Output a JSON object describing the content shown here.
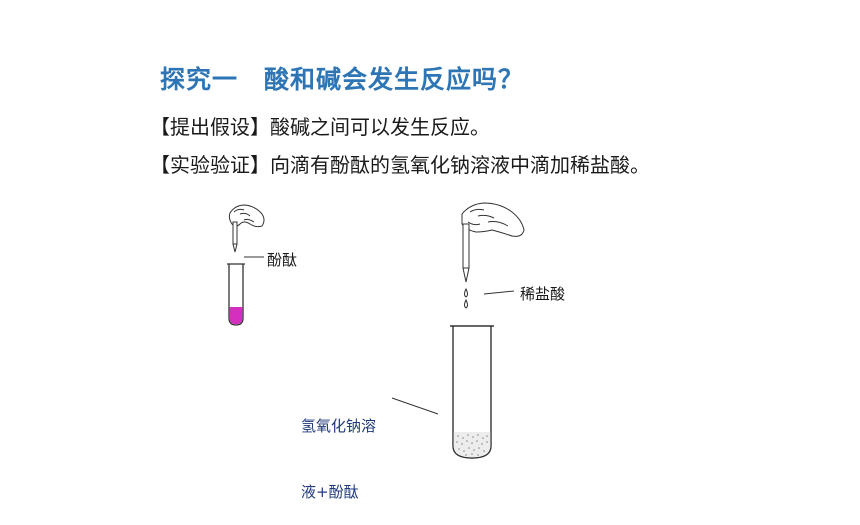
{
  "slide": {
    "title": "探究一　酸和碱会发生反应吗？",
    "hypothesis": "【提出假设】酸碱之间可以发生反应。",
    "experiment": "【实验验证】向滴有酚酞的氢氧化钠溶液中滴加稀盐酸。"
  },
  "figure_left": {
    "dropper_label": "酚酞",
    "liquid_color": "#d42fbf"
  },
  "figure_right": {
    "dropper_label": "稀盐酸",
    "tube_label_line1": "氢氧化钠溶",
    "tube_label_line2": "液+酚酞"
  },
  "colors": {
    "title": "#2e75b6",
    "tube_label": "#1f3a7a"
  }
}
